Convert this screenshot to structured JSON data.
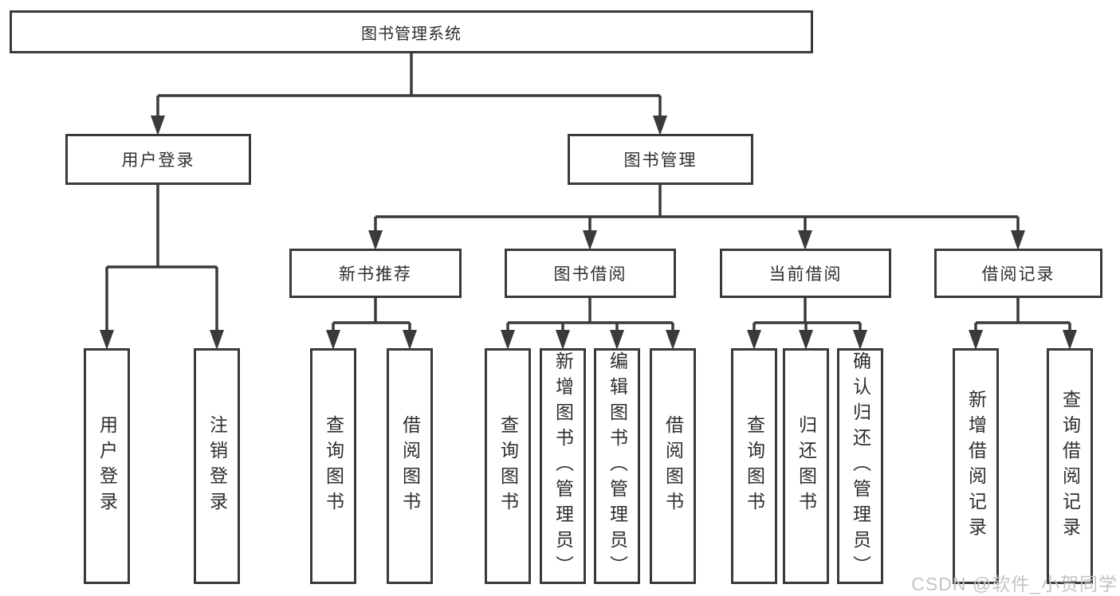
{
  "palette": {
    "line_color": "#3a3a3a",
    "box_border": "#3a3a3a",
    "box_fill": "#ffffff",
    "text_color": "#2e2e2e",
    "watermark_color": "#c3c3c3",
    "background": "#ffffff"
  },
  "diagram": {
    "root": {
      "label": "图书管理系统"
    },
    "branches": [
      {
        "label": "用户登录",
        "children": [
          {
            "label": "用户登录"
          },
          {
            "label": "注销登录"
          }
        ]
      },
      {
        "label": "图书管理",
        "children": [
          {
            "label": "新书推荐",
            "children": [
              {
                "label": "查询图书"
              },
              {
                "label": "借阅图书"
              }
            ]
          },
          {
            "label": "图书借阅",
            "children": [
              {
                "label": "查询图书"
              },
              {
                "label": "新增图书（管理员）"
              },
              {
                "label": "编辑图书（管理员）"
              },
              {
                "label": "借阅图书"
              }
            ]
          },
          {
            "label": "当前借阅",
            "children": [
              {
                "label": "查询图书"
              },
              {
                "label": "归还图书"
              },
              {
                "label": "确认归还（管理员）"
              }
            ]
          },
          {
            "label": "借阅记录",
            "children": [
              {
                "label": "新增借阅记录"
              },
              {
                "label": "查询借阅记录"
              }
            ]
          }
        ]
      }
    ]
  },
  "watermark": {
    "text": "CSDN @软件_小贺同学"
  }
}
